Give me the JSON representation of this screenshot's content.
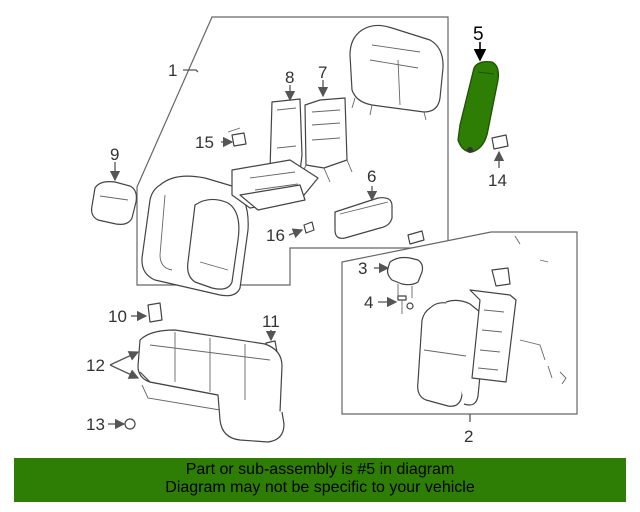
{
  "diagram": {
    "highlight_part": "5",
    "highlight_color": "#2e7d05",
    "callouts": {
      "c1": "1",
      "c2": "2",
      "c3": "3",
      "c4": "4",
      "c5": "5",
      "c6": "6",
      "c7": "7",
      "c8": "8",
      "c9": "9",
      "c10": "10",
      "c11": "11",
      "c12": "12",
      "c13": "13",
      "c14": "14",
      "c15": "15",
      "c16": "16"
    }
  },
  "footer": {
    "line1": "Part or sub-assembly is #5 in diagram",
    "line2": "Diagram may not be specific to your vehicle",
    "background": "#2e7d05"
  }
}
